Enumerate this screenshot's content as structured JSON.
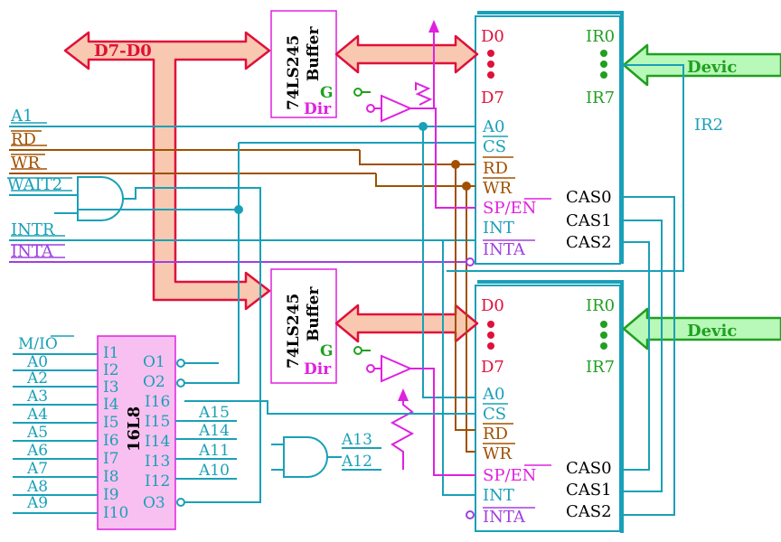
{
  "colors": {
    "address": "#1aa0b8",
    "control": "#a05000",
    "inta": "#a040e0",
    "buffer_ctrl": "#e020e0",
    "data": "#e0103a",
    "irq": "#20a020",
    "bus_fill": "#f8c8b0",
    "bus_stroke": "#e0103a",
    "device_arrow_fill": "#b8f8b8",
    "pld_fill": "#f8c0f0"
  },
  "data_bus": {
    "label": "D7-D0"
  },
  "left_signals": {
    "a1": "A1",
    "rd": "RD",
    "wr": "WR",
    "wait2": "WAIT2",
    "intr": "INTR",
    "inta": "INTA"
  },
  "buffer_top": {
    "part": "74LS245",
    "name": "Buffer",
    "g": "G",
    "dir": "Dir"
  },
  "buffer_bottom": {
    "part": "74LS245",
    "name": "Buffer",
    "g": "G",
    "dir": "Dir"
  },
  "pic_top": {
    "d0": "D0",
    "d7": "D7",
    "ir0": "IR0",
    "ir7": "IR7",
    "pins": [
      "A0",
      "CS",
      "RD",
      "WR",
      "SP/EN",
      "INT",
      "INTA"
    ],
    "cas": [
      "CAS0",
      "CAS1",
      "CAS2"
    ],
    "ir2_label": "IR2",
    "device": "Devic"
  },
  "pic_bottom": {
    "d0": "D0",
    "d7": "D7",
    "ir0": "IR0",
    "ir7": "IR7",
    "pins": [
      "A0",
      "CS",
      "RD",
      "WR",
      "SP/EN",
      "INT",
      "INTA"
    ],
    "cas": [
      "CAS0",
      "CAS1",
      "CAS2"
    ],
    "device": "Devic"
  },
  "pld": {
    "name": "16L8",
    "inputs": [
      "I1",
      "I2",
      "I3",
      "I4",
      "I5",
      "I6",
      "I7",
      "I8",
      "I9",
      "I10"
    ],
    "outputs": [
      "O1",
      "O2",
      "I16",
      "I15",
      "I14",
      "I13",
      "I12",
      "O3"
    ],
    "input_signals": [
      "M/IO",
      "A0",
      "A2",
      "A3",
      "A4",
      "A5",
      "A6",
      "A7",
      "A8",
      "A9"
    ],
    "output_signals": [
      "A15",
      "A14",
      "A11",
      "A10"
    ]
  },
  "and_gate_inputs": [
    "A13",
    "A12"
  ]
}
